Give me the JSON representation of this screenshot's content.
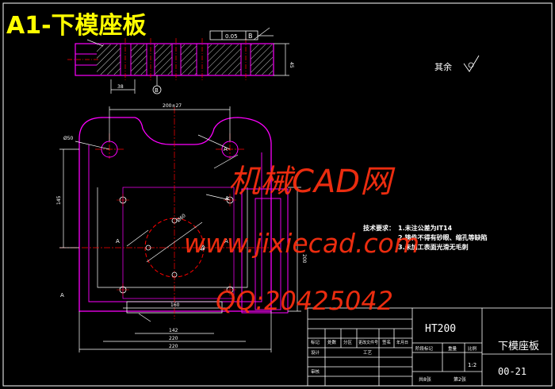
{
  "title": "A1-下模座板",
  "surface_finish_label": "其余",
  "tech_requirements": {
    "heading": "技术要求：",
    "lines": [
      "1.未注公差为IT14",
      "2.铸件不得有砂眼、缩孔等缺陷",
      "3.未加工表面光滑无毛刺"
    ]
  },
  "watermarks": {
    "name": "机械CAD网",
    "url": "www.jixiecad.com",
    "qq": "QQ:20425042"
  },
  "dimensions": {
    "top_width": "200±27",
    "bottom_inner": "160",
    "bottom_mid": "142",
    "bottom_outer": "220",
    "bottom_overall": "220",
    "left_height": "145",
    "right_height": "200",
    "dia_large": "Ø50",
    "dia_bore": "Ø60",
    "tol_frame": "0.05",
    "datum": "B",
    "section_height": "45",
    "section_small": "38"
  },
  "section_labels": [
    "A",
    "A",
    "A",
    "A",
    "A",
    "A"
  ],
  "title_block": {
    "material": "HT200",
    "part_name": "下模座板",
    "drawing_no": "00-21",
    "scale": "1:2",
    "sheet_info": "共8张",
    "sheet_no": "第2张",
    "headers": [
      "标记",
      "处数",
      "分区",
      "更改文件号",
      "签名",
      "年月日"
    ],
    "row_labels": [
      "设计",
      "审核",
      "工艺"
    ],
    "stage_headers": [
      "阶段标记",
      "重量",
      "比例"
    ]
  },
  "colors": {
    "background": "#000000",
    "outline": "#ffffff",
    "part": "#ff00ff",
    "centerline": "#ff0000",
    "title_yellow": "#ffff00",
    "watermark_red": "#ff3010"
  }
}
